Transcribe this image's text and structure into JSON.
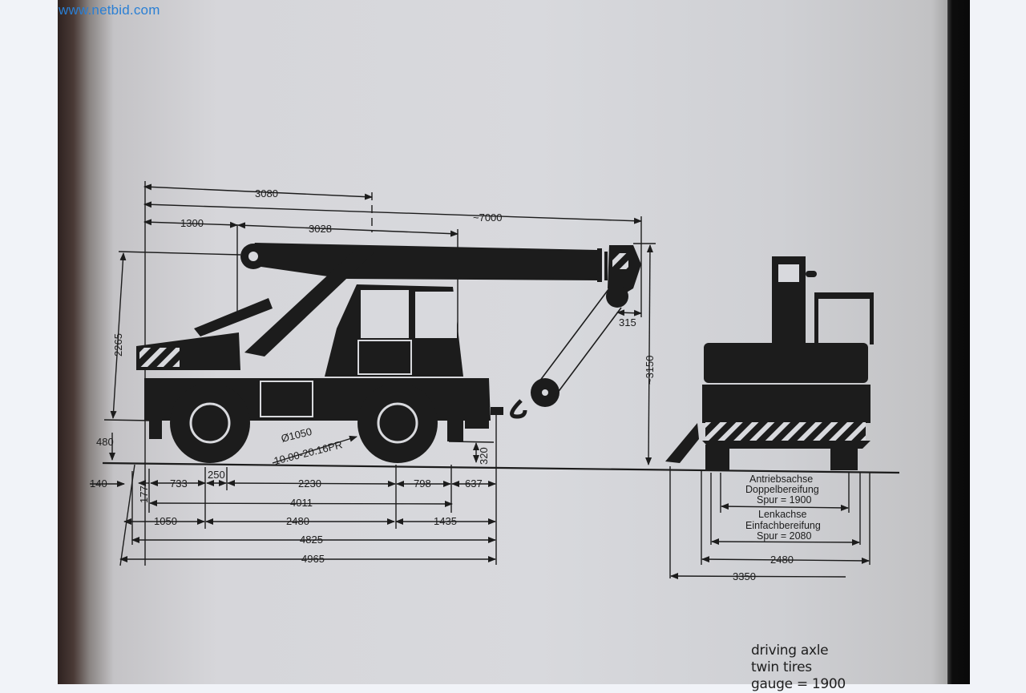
{
  "watermark": "www.netbid.com",
  "drawing": {
    "subject": "mobile crane dimension drawing",
    "side_view": {
      "top_dims": [
        "3080",
        "~7000",
        "1300",
        "3028"
      ],
      "vertical_dims": {
        "height_left": "2265",
        "ground_clearance": "480",
        "total_height": "~3150",
        "hook_offset": "315",
        "outrigger_clearance": "320"
      },
      "tire_spec": {
        "diameter": "Ø1050",
        "size": "10.00-20.16PR"
      },
      "bottom_row_1": [
        "140",
        "177",
        "733",
        "250",
        "2230",
        "798",
        "637"
      ],
      "bottom_row_2": [
        "4011"
      ],
      "bottom_row_3": [
        "1050",
        "2480",
        "1435"
      ],
      "bottom_row_4": [
        "4825"
      ],
      "bottom_row_5": [
        "4965"
      ]
    },
    "rear_view": {
      "driving_axle_de": "Antriebsachse",
      "driving_axle_tires_de": "Doppelbereifung",
      "driving_track": "Spur = 1900",
      "steering_axle_de": "Lenkachse",
      "steering_axle_tires_de": "Einfachbereifung",
      "steering_track": "Spur = 2080",
      "width": "2480",
      "outrigger_width": "3350"
    }
  },
  "caption": {
    "line1": "driving axle",
    "line2": "twin tires",
    "line3": "gauge = 1900"
  }
}
